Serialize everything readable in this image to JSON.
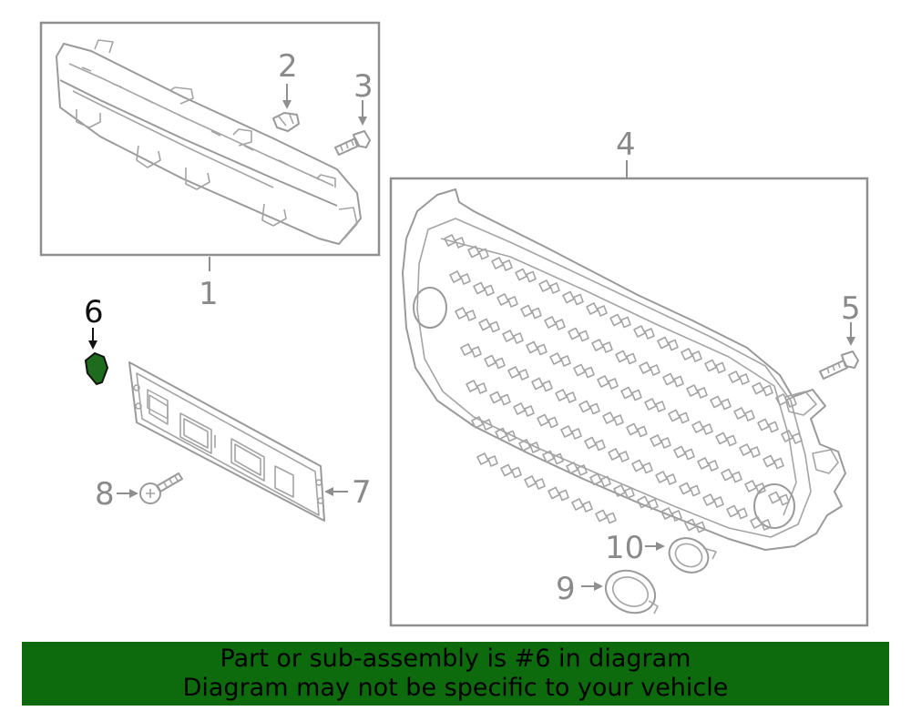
{
  "callouts": {
    "c1": "1",
    "c2": "2",
    "c3": "3",
    "c4": "4",
    "c5": "5",
    "c6": "6",
    "c7": "7",
    "c8": "8",
    "c9": "9",
    "c10": "10"
  },
  "highlight": {
    "part_number": "6",
    "color": "#1e6b1e"
  },
  "banner": {
    "line1": "Part or sub-assembly is #6 in diagram",
    "line2": "Diagram may not be specific to your vehicle",
    "background": "#0d6a0d"
  }
}
